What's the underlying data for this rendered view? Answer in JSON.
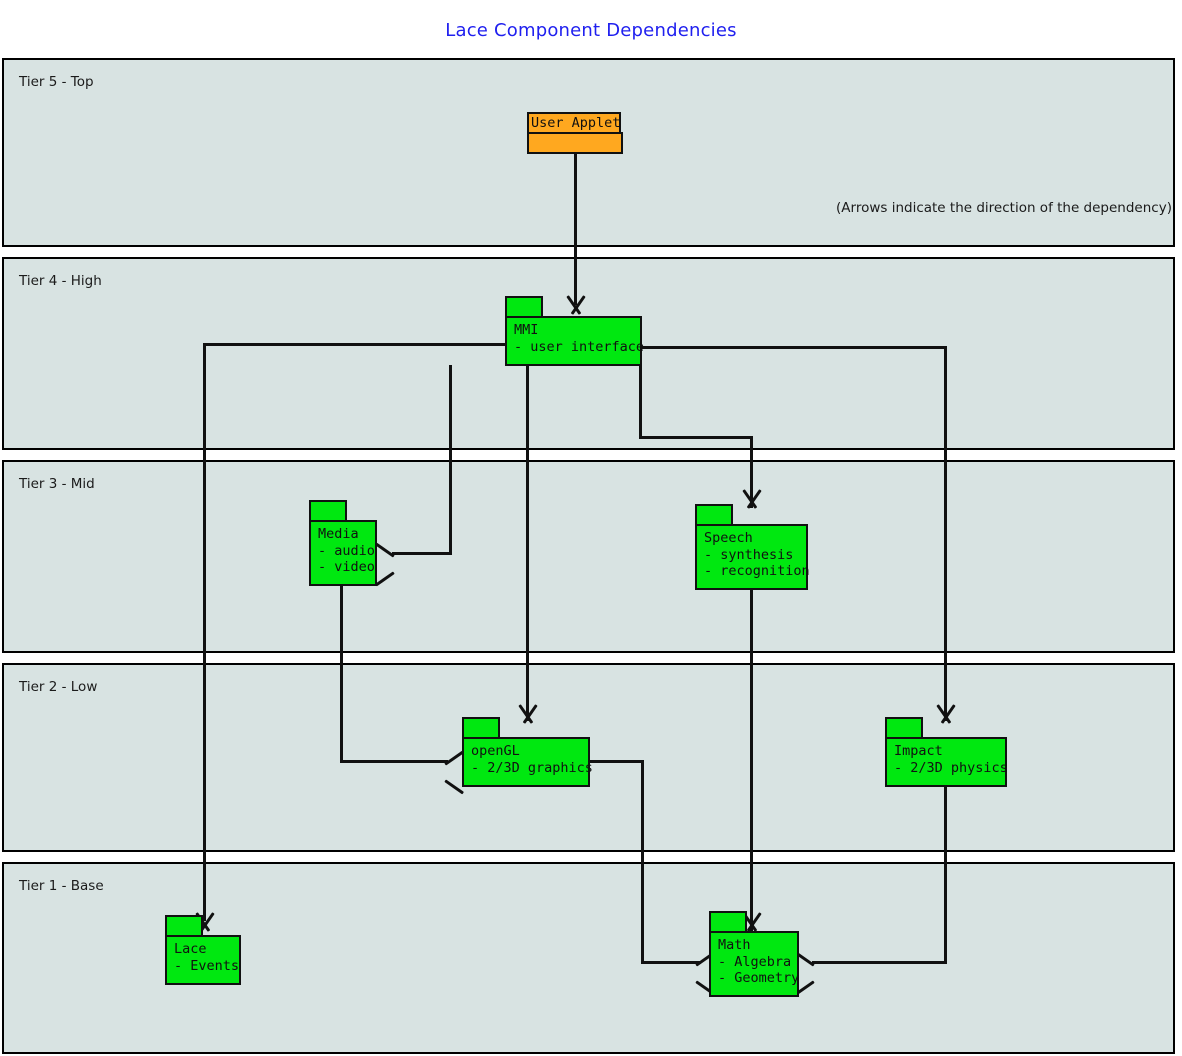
{
  "title": "Lace Component Dependencies",
  "legend_note": "(Arrows indicate the direction of the dependency)",
  "colors": {
    "title": "#2020ef",
    "tier_fill": "#d8e3e2",
    "component_fill": "#00e810",
    "applet_fill": "#ffa81f",
    "stroke": "#111111",
    "page_background": "#ffffff"
  },
  "tiers": [
    {
      "id": "tier5",
      "label": "Tier 5 - Top"
    },
    {
      "id": "tier4",
      "label": "Tier 4 - High"
    },
    {
      "id": "tier3",
      "label": "Tier 3 - Mid"
    },
    {
      "id": "tier2",
      "label": "Tier 2 - Low"
    },
    {
      "id": "tier1",
      "label": "Tier 1 - Base"
    }
  ],
  "components": [
    {
      "id": "user_applet",
      "tier": "Tier 5 - Top",
      "name": "User Applet",
      "details": [],
      "style": "applet"
    },
    {
      "id": "mmi",
      "tier": "Tier 4 - High",
      "name": "MMI",
      "details": [
        "- user interface"
      ],
      "style": "component"
    },
    {
      "id": "media",
      "tier": "Tier 3 - Mid",
      "name": "Media",
      "details": [
        "- audio",
        "- video"
      ],
      "style": "component"
    },
    {
      "id": "speech",
      "tier": "Tier 3 - Mid",
      "name": "Speech",
      "details": [
        "- synthesis",
        "- recognition"
      ],
      "style": "component"
    },
    {
      "id": "opengl",
      "tier": "Tier 2 - Low",
      "name": "openGL",
      "details": [
        "- 2/3D graphics"
      ],
      "style": "component"
    },
    {
      "id": "impact",
      "tier": "Tier 2 - Low",
      "name": "Impact",
      "details": [
        "- 2/3D physics"
      ],
      "style": "component"
    },
    {
      "id": "lace",
      "tier": "Tier 1 - Base",
      "name": "Lace",
      "details": [
        "- Events"
      ],
      "style": "component"
    },
    {
      "id": "math",
      "tier": "Tier 1 - Base",
      "name": "Math",
      "details": [
        "- Algebra",
        "- Geometry"
      ],
      "style": "component"
    }
  ],
  "dependencies": [
    {
      "from": "User Applet",
      "to": "MMI"
    },
    {
      "from": "MMI",
      "to": "Lace"
    },
    {
      "from": "MMI",
      "to": "Media"
    },
    {
      "from": "MMI",
      "to": "Speech"
    },
    {
      "from": "MMI",
      "to": "openGL"
    },
    {
      "from": "MMI",
      "to": "Impact"
    },
    {
      "from": "Media",
      "to": "openGL"
    },
    {
      "from": "Speech",
      "to": "Math"
    },
    {
      "from": "openGL",
      "to": "Math"
    },
    {
      "from": "Impact",
      "to": "Math"
    }
  ]
}
